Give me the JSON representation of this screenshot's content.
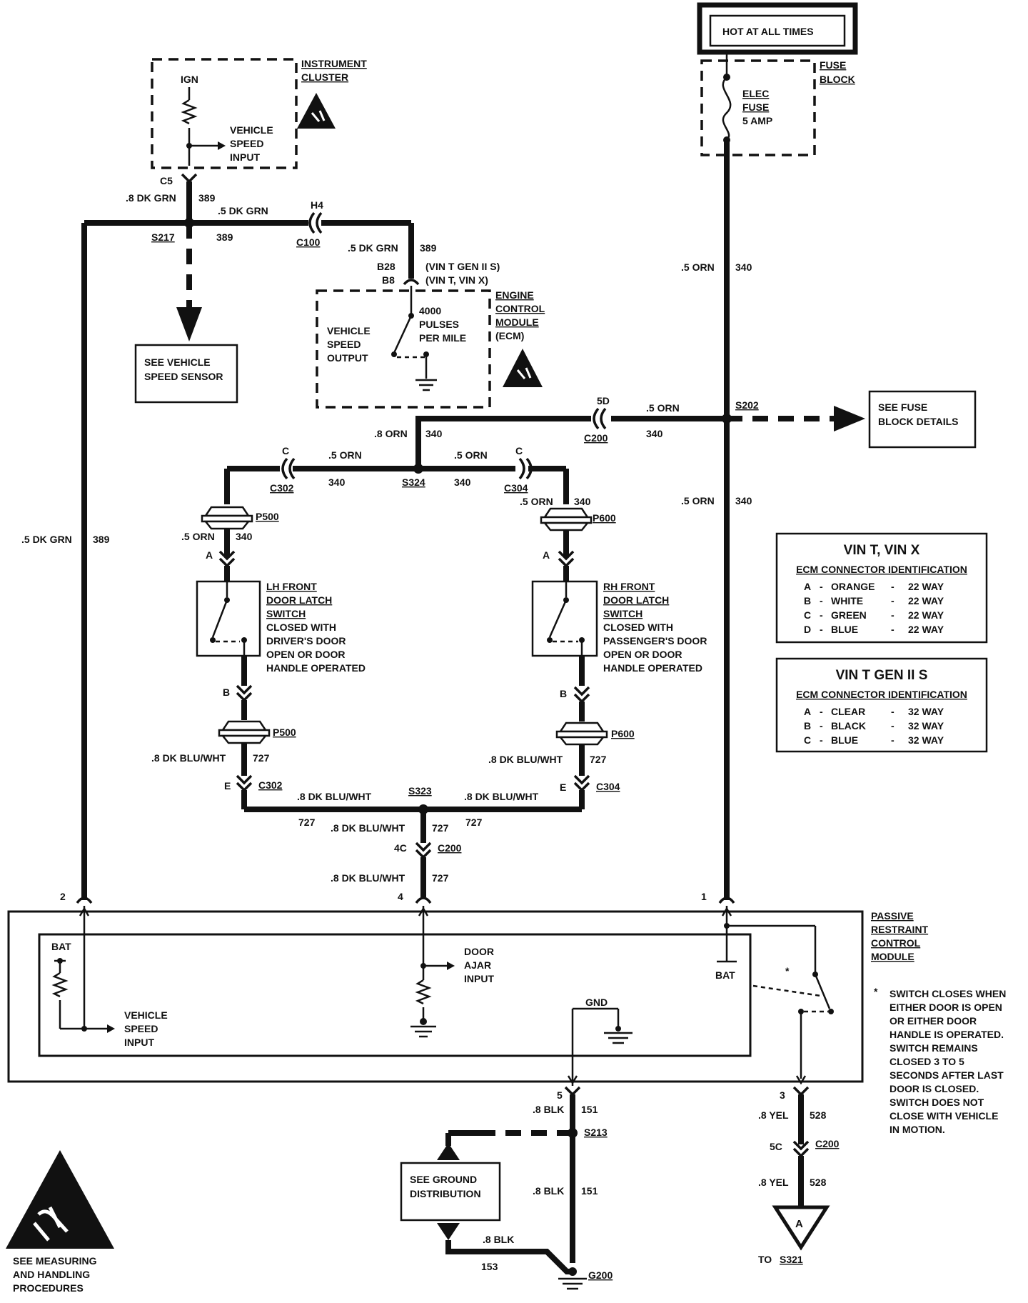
{
  "instrument_cluster": {
    "title_line1": "INSTRUMENT",
    "title_line2": "CLUSTER",
    "ign": "IGN",
    "vsi_line1": "VEHICLE",
    "vsi_line2": "SPEED",
    "vsi_line3": "INPUT",
    "connector": "C5",
    "wire_gauge": ".8 DK GRN",
    "wire_circuit": "389"
  },
  "fuse_block": {
    "hot_label": "HOT AT ALL TIMES",
    "title_line1": "FUSE",
    "title_line2": "BLOCK",
    "fuse_line1": "ELEC",
    "fuse_line2": "FUSE",
    "fuse_line3": "5 AMP"
  },
  "splice_s217": "S217",
  "wire_389_a": ".5 DK GRN",
  "wire_389_b": "389",
  "c100_h4": "H4",
  "c100": "C100",
  "ecm_wire_gauge": ".5 DK GRN",
  "ecm_wire_circuit": "389",
  "ecm_pin_b28": "B28",
  "ecm_pin_b8": "B8",
  "ecm_vin_line1": "(VIN T GEN II S)",
  "ecm_vin_line2": "(VIN T, VIN X)",
  "ecm": {
    "title_line1": "ENGINE",
    "title_line2": "CONTROL",
    "title_line3": "MODULE",
    "title_line4": "(ECM)",
    "vso_line1": "VEHICLE",
    "vso_line2": "SPEED",
    "vso_line3": "OUTPUT",
    "pulses_line1": "4000",
    "pulses_line2": "PULSES",
    "pulses_line3": "PER MILE"
  },
  "see_vss_line1": "SEE VEHICLE",
  "see_vss_line2": "SPEED SENSOR",
  "orn_340_top_gauge": ".5 ORN",
  "orn_340_top_circuit": "340",
  "c200_5d": "5D",
  "c200": "C200",
  "c200_wire_gauge": ".5 ORN",
  "c200_wire_circuit": "340",
  "s202": "S202",
  "see_fuse_line1": "SEE FUSE",
  "see_fuse_line2": "BLOCK DETAILS",
  "orn_08_gauge": ".8 ORN",
  "orn_08_circuit": "340",
  "s324": "S324",
  "c302_c": "C",
  "c302": "C302",
  "c304_c": "C",
  "c304": "C304",
  "left_orn_gauge": ".5 ORN",
  "left_orn_circuit": "340",
  "right_orn_gauge": ".5 ORN",
  "right_orn_circuit": "340",
  "p500_top": "P500",
  "p600_top": "P600",
  "lh_orn_gauge": ".5 ORN",
  "lh_orn_circuit": "340",
  "rh_orn_gauge": ".5 ORN",
  "rh_orn_circuit": "340",
  "orn_340_mid_gauge": ".5 ORN",
  "orn_340_mid_circuit": "340",
  "dkgrn_left_gauge": ".5 DK GRN",
  "dkgrn_left_circuit": "389",
  "pin_a_left": "A",
  "pin_a_right": "A",
  "lh_switch": {
    "l1": "LH FRONT",
    "l2": "DOOR LATCH",
    "l3": "SWITCH",
    "l4": "CLOSED WITH",
    "l5": "DRIVER'S DOOR",
    "l6": "OPEN OR DOOR",
    "l7": "HANDLE OPERATED"
  },
  "rh_switch": {
    "l1": "RH FRONT",
    "l2": "DOOR LATCH",
    "l3": "SWITCH",
    "l4": "CLOSED WITH",
    "l5": "PASSENGER'S DOOR",
    "l6": "OPEN OR DOOR",
    "l7": "HANDLE OPERATED"
  },
  "pin_b_left": "B",
  "pin_b_right": "B",
  "p500_bottom": "P500",
  "p600_bottom": "P600",
  "blu_left_gauge": ".8 DK BLU/WHT",
  "blu_left_circuit": "727",
  "blu_right_gauge": ".8 DK BLU/WHT",
  "blu_right_circuit": "727",
  "pin_e_left": "E",
  "pin_e_right": "E",
  "c302_bottom": "C302",
  "c304_bottom": "C304",
  "s323": "S323",
  "blu_bottom_left_gauge": ".8 DK BLU/WHT",
  "blu_bottom_right_gauge": ".8 DK BLU/WHT",
  "blu_727_l": "727",
  "blu_727_r": "727",
  "blu_center_gauge": ".8 DK BLU/WHT",
  "blu_center_circuit": "727",
  "c200_4c": "4C",
  "c200_mid": "C200",
  "blu_lower_gauge": ".8 DK BLU/WHT",
  "blu_lower_circuit": "727",
  "vin_table_1": {
    "title": "VIN T, VIN X",
    "subtitle": "ECM CONNECTOR IDENTIFICATION",
    "rows": [
      {
        "pin": "A",
        "color": "ORANGE",
        "ways": "22 WAY"
      },
      {
        "pin": "B",
        "color": "WHITE",
        "ways": "22 WAY"
      },
      {
        "pin": "C",
        "color": "GREEN",
        "ways": "22 WAY"
      },
      {
        "pin": "D",
        "color": "BLUE",
        "ways": "22 WAY"
      }
    ]
  },
  "vin_table_2": {
    "title": "VIN T GEN II S",
    "subtitle": "ECM CONNECTOR IDENTIFICATION",
    "rows": [
      {
        "pin": "A",
        "color": "CLEAR",
        "ways": "32 WAY"
      },
      {
        "pin": "B",
        "color": "BLACK",
        "ways": "32 WAY"
      },
      {
        "pin": "C",
        "color": "BLUE",
        "ways": "32 WAY"
      }
    ]
  },
  "prcm": {
    "pin2": "2",
    "pin4": "4",
    "pin1": "1",
    "pin5": "5",
    "pin3": "3",
    "title_line1": "PASSIVE",
    "title_line2": "RESTRAINT",
    "title_line3": "CONTROL",
    "title_line4": "MODULE",
    "bat_left": "BAT",
    "bat_right": "BAT",
    "vsi_line1": "VEHICLE",
    "vsi_line2": "SPEED",
    "vsi_line3": "INPUT",
    "door_line1": "DOOR",
    "door_line2": "AJAR",
    "door_line3": "INPUT",
    "gnd": "GND",
    "asterisk": "*"
  },
  "note": {
    "star": "*",
    "l1": "SWITCH CLOSES WHEN",
    "l2": "EITHER DOOR IS OPEN",
    "l3": "OR EITHER DOOR",
    "l4": "HANDLE IS OPERATED.",
    "l5": "SWITCH REMAINS",
    "l6": "CLOSED 3 TO 5",
    "l7": "SECONDS AFTER LAST",
    "l8": "DOOR IS CLOSED.",
    "l9": "SWITCH DOES NOT",
    "l10": "CLOSE WITH VEHICLE",
    "l11": "IN MOTION."
  },
  "blk_gauge_1": ".8 BLK",
  "blk_circuit_1": "151",
  "s213": "S213",
  "see_ground_line1": "SEE GROUND",
  "see_ground_line2": "DISTRIBUTION",
  "blk_gauge_2": ".8 BLK",
  "blk_circuit_2": "151",
  "blk_gauge_3": ".8 BLK",
  "blk_circuit_3": "153",
  "g200": "G200",
  "yel_gauge_1": ".8 YEL",
  "yel_circuit_1": "528",
  "c200_5c": "5C",
  "c200_low": "C200",
  "yel_gauge_2": ".8 YEL",
  "yel_circuit_2": "528",
  "terminal_a": "A",
  "to_label": "TO",
  "to_target": "S321",
  "esd_line1": "SEE MEASURING",
  "esd_line2": "AND HANDLING",
  "esd_line3": "PROCEDURES"
}
